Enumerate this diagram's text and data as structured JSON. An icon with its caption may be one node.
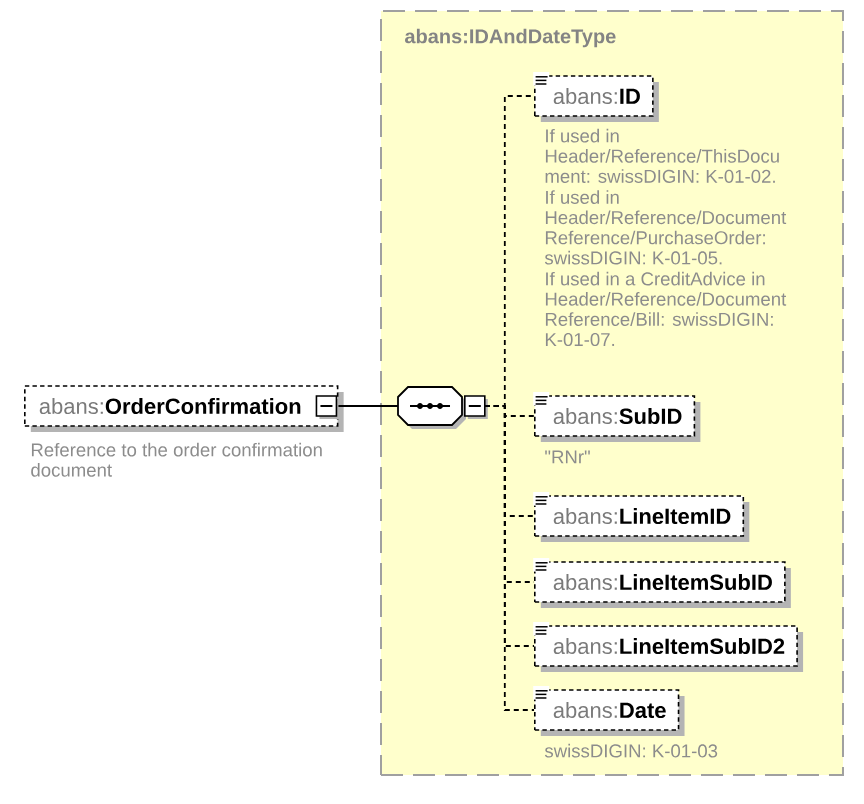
{
  "diagram": {
    "nodes": [
      {
        "text": [
          "abans:**OrderConfirmation**"
        ],
        "beside": [
          "Reference to the order confirmation document"
        ]
      },
      {
        "text": [
          "abans:IDAndDateType"
        ]
      },
      {
        "text": [],
        "shape": "octagon",
        "in": 1
      },
      {
        "text": [
          "abans:**ID**"
        ],
        "in": 1,
        "beside": [
          "If used in Header/Reference/ThisDocu ment: swissDIGIN: K-01-02.",
          "If used in Header/Reference/Document Reference/PurchaseOrder: swissDIGIN: K-01-05.",
          "If used in a CreditAdvice in Header/Reference/Document Reference/Bill: swissDIGIN: K-01-07."
        ]
      },
      {
        "text": [
          "abans:**SubID**"
        ],
        "in": 1,
        "beside": [
          "\"RNr\""
        ]
      },
      {
        "text": [
          "abans:**LineItemID**"
        ],
        "in": 1
      },
      {
        "text": [
          "abans:**LineItemSubID**"
        ],
        "in": 1
      },
      {
        "text": [
          "abans:**LineItemSubID2**"
        ],
        "in": 1
      },
      {
        "text": [
          "abans:**Date**"
        ],
        "in": 1,
        "beside": [
          "swissDIGIN: K-01-03"
        ]
      }
    ],
    "edges": [
      {
        "from": 0,
        "to": 2,
        "arrow": "none"
      },
      {
        "from": 2,
        "to": 3,
        "arrow": "none",
        "style": "dashed"
      },
      {
        "from": 2,
        "to": 4,
        "arrow": "none",
        "style": "dashed"
      },
      {
        "from": 2,
        "to": 5,
        "arrow": "none",
        "style": "dashed"
      },
      {
        "from": 2,
        "to": 6,
        "arrow": "none",
        "style": "dashed"
      },
      {
        "from": 2,
        "to": 7,
        "arrow": "none",
        "style": "dashed"
      },
      {
        "from": 2,
        "to": 8,
        "arrow": "none",
        "style": "dashed"
      }
    ]
  }
}
